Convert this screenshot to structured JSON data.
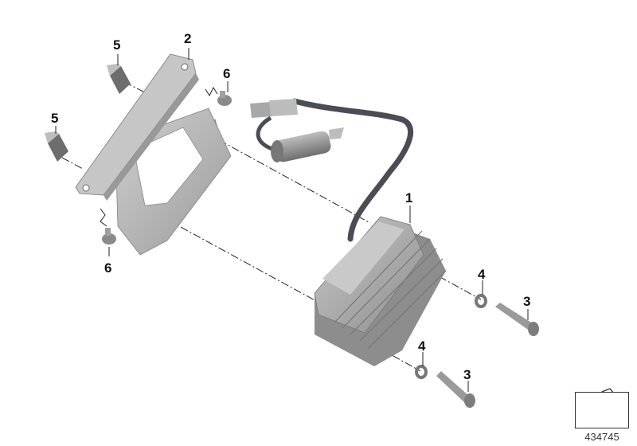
{
  "diagram": {
    "type": "exploded-parts-diagram",
    "reference_number": "434745",
    "colors": {
      "part_light": "#c4c4c4",
      "part_mid": "#a8a8a8",
      "part_dark": "#858585",
      "cable": "#4a4d55",
      "line": "#222222",
      "text": "#111111"
    },
    "callouts": [
      {
        "id": "c1",
        "label": "1",
        "part": "voltage-regulator"
      },
      {
        "id": "c2",
        "label": "2",
        "part": "mounting-bracket"
      },
      {
        "id": "c3a",
        "label": "3",
        "part": "cap-screw"
      },
      {
        "id": "c3b",
        "label": "3",
        "part": "cap-screw"
      },
      {
        "id": "c4a",
        "label": "4",
        "part": "washer"
      },
      {
        "id": "c4b",
        "label": "4",
        "part": "washer"
      },
      {
        "id": "c5a",
        "label": "5",
        "part": "speed-nut"
      },
      {
        "id": "c5b",
        "label": "5",
        "part": "speed-nut"
      },
      {
        "id": "c6a",
        "label": "6",
        "part": "rubber-grommet"
      },
      {
        "id": "c6b",
        "label": "6",
        "part": "rubber-grommet"
      }
    ]
  }
}
